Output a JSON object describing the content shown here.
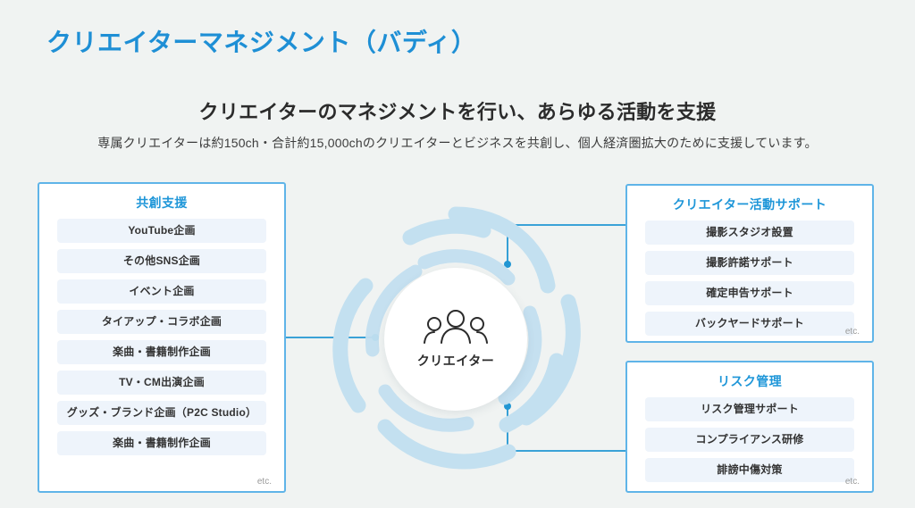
{
  "header": {
    "title": "クリエイターマネジメント（バディ）",
    "lead_heading": "クリエイターのマネジメントを行い、あらゆる活動を支援",
    "lead_desc": "専属クリエイターは約150ch・合計約15,000chのクリエイターとビジネスを共創し、個人経済圏拡大のために支援しています。"
  },
  "center": {
    "label": "クリエイター",
    "icon": "people-group-icon"
  },
  "panels": {
    "left": {
      "title": "共創支援",
      "etc": "etc.",
      "items": [
        {
          "label": "YouTube企画"
        },
        {
          "label": "その他SNS企画"
        },
        {
          "label": "イベント企画"
        },
        {
          "label": "タイアップ・コラボ企画"
        },
        {
          "label": "楽曲・書籍制作企画"
        },
        {
          "label": "TV・CM出演企画"
        },
        {
          "label": "グッズ・ブランド企画（P2C Studio）"
        },
        {
          "label": "楽曲・書籍制作企画"
        }
      ]
    },
    "top_right": {
      "title": "クリエイター活動サポート",
      "etc": "etc.",
      "items": [
        {
          "label": "撮影スタジオ設置"
        },
        {
          "label": "撮影許諾サポート"
        },
        {
          "label": "確定申告サポート"
        },
        {
          "label": "バックヤードサポート"
        }
      ]
    },
    "bottom_right": {
      "title": "リスク管理",
      "etc": "etc.",
      "items": [
        {
          "label": "リスク管理サポート"
        },
        {
          "label": "コンプライアンス研修"
        },
        {
          "label": "誹謗中傷対策"
        }
      ]
    }
  },
  "colors": {
    "background": "#f0f3f2",
    "accent_blue": "#1e8fd5",
    "panel_border": "#5fb4e8",
    "chip_background": "#eef4fb",
    "connector_blue": "#2196d3",
    "swirl_blue": "#c3e0f0",
    "text_dark": "#2b2b2b",
    "etc_gray": "#9a9a9a"
  }
}
